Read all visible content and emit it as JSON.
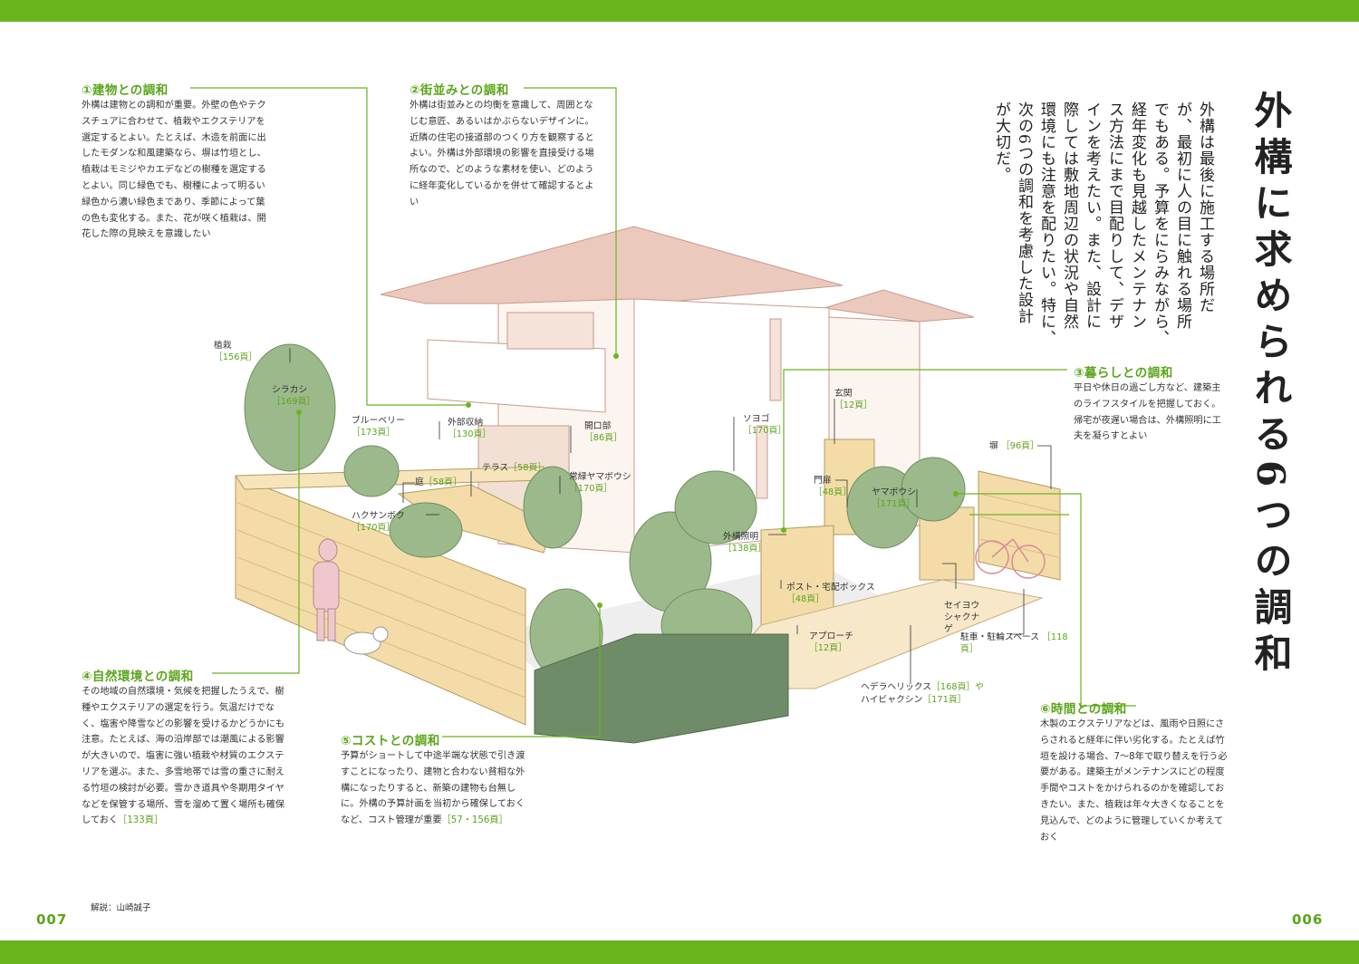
{
  "page": {
    "title": "外構に求められる6つの調和",
    "intro_columns": [
      "外構は最後に施工する場所だ",
      "が、最初に人の目に触れる場所",
      "でもある。予算をにらみながら、",
      "経年変化も見越したメンテナン",
      "ス方法にまで目配りして、デザ",
      "インを考えたい。また、設計に",
      "際しては敷地周辺の状況や自然",
      "環境にも注意を配りたい。特に、",
      "次の6つの調和を考慮した設計",
      "が大切だ。"
    ],
    "page_left": "007",
    "page_right": "006",
    "credit": "解説：山崎誠子"
  },
  "sections": [
    {
      "title": "①建物との調和",
      "body": "外構は建物との調和が重要。外壁の色やテクスチュアに合わせて、植栽やエクステリアを選定するとよい。たとえば、木造を前面に出したモダンな和風建築なら、塀は竹垣とし、植栽はモミジやカエデなどの樹種を選定するとよい。同じ緑色でも、樹種によって明るい緑色から濃い緑色まであり、季節によって葉の色も変化する。また、花が咲く植栽は、開花した際の見映えを意識したい"
    },
    {
      "title": "②街並みとの調和",
      "body": "外構は街並みとの均衡を意識して、周囲となじむ意匠、あるいはかぶらないデザインに。近隣の住宅の接道部のつくり方を観察するとよい。外構は外部環境の影響を直接受ける場所なので、どのような素材を使い、どのように経年変化しているかを併せて確認するとよい"
    },
    {
      "title": "③暮らしとの調和",
      "body": "平日や休日の過ごし方など、建築主のライフスタイルを把握しておく。帰宅が夜遅い場合は、外構照明に工夫を凝らすとよい"
    },
    {
      "title": "④自然環境との調和",
      "body": "その地域の自然環境・気候を把握したうえで、樹種やエクステリアの選定を行う。気温だけでなく、塩害や降雪などの影響を受けるかどうかにも注意。たとえば、海の沿岸部では潮風による影響が大きいので、塩害に強い植栽や材質のエクステリアを選ぶ。また、多雪地帯では雪の重さに耐える竹垣の検討が必要。雪かき道具や冬期用タイヤなどを保管する場所、雪を溜めて置く場所も確保しておく",
      "ref": "［133頁］"
    },
    {
      "title": "⑤コストとの調和",
      "body": "予算がショートして中途半端な状態で引き渡すことになったり、建物と合わない貧相な外構になったりすると、新築の建物も台無しに。外構の予算計画を当初から確保しておくなど、コスト管理が重要",
      "ref": "［57・156頁］"
    },
    {
      "title": "⑥時間との調和",
      "body": "木製のエクステリアなどは、風雨や日照にさらされると経年に伴い劣化する。たとえば竹垣を設ける場合、7〜8年で取り替えを行う必要がある。建築主がメンテナンスにどの程度手間やコストをかけられるのかを確認しておきたい。また、植栽は年々大きくなることを見込んで、どのように管理していくか考えておく"
    }
  ],
  "labels": [
    {
      "name": "植栽",
      "ref": "［156頁］"
    },
    {
      "name": "シラカシ",
      "ref": "［169頁］"
    },
    {
      "name": "ブルーベリー",
      "ref": "［173頁］"
    },
    {
      "name": "外部収納",
      "ref": "［130頁］"
    },
    {
      "name": "開口部",
      "ref": "［86頁］"
    },
    {
      "name": "ソヨゴ",
      "ref": "［170頁］"
    },
    {
      "name": "玄関",
      "ref": "［12頁］"
    },
    {
      "name": "塀",
      "ref": "［96頁］"
    },
    {
      "name": "庭",
      "ref": "［58頁］"
    },
    {
      "name": "テラス",
      "ref": "［58頁］"
    },
    {
      "name": "常緑ヤマボウシ",
      "ref": "［170頁］"
    },
    {
      "name": "ハクサンボク",
      "ref": "［170頁］"
    },
    {
      "name": "門扉",
      "ref": "［48頁］"
    },
    {
      "name": "ヤマボウシ",
      "ref": "［171頁］"
    },
    {
      "name": "外構照明",
      "ref": "［138頁］"
    },
    {
      "name": "ポスト・宅配ボックス",
      "ref": "［48頁］"
    },
    {
      "name": "セイヨウシャクナゲ",
      "ref": ""
    },
    {
      "name": "アプローチ",
      "ref": "［12頁］"
    },
    {
      "name": "駐車・駐輪スペース",
      "ref": "［118頁］"
    },
    {
      "name": "ヘデラヘリックス",
      "ref": "［168頁］や"
    },
    {
      "name": "ハイビャクシン",
      "ref": "［171頁］"
    }
  ],
  "colors": {
    "accent": "#6ab51e",
    "heading": "#5aa51a",
    "roof": "#e9c9bd",
    "wood": "#f3dca8",
    "foliage": "#8fb07c"
  }
}
